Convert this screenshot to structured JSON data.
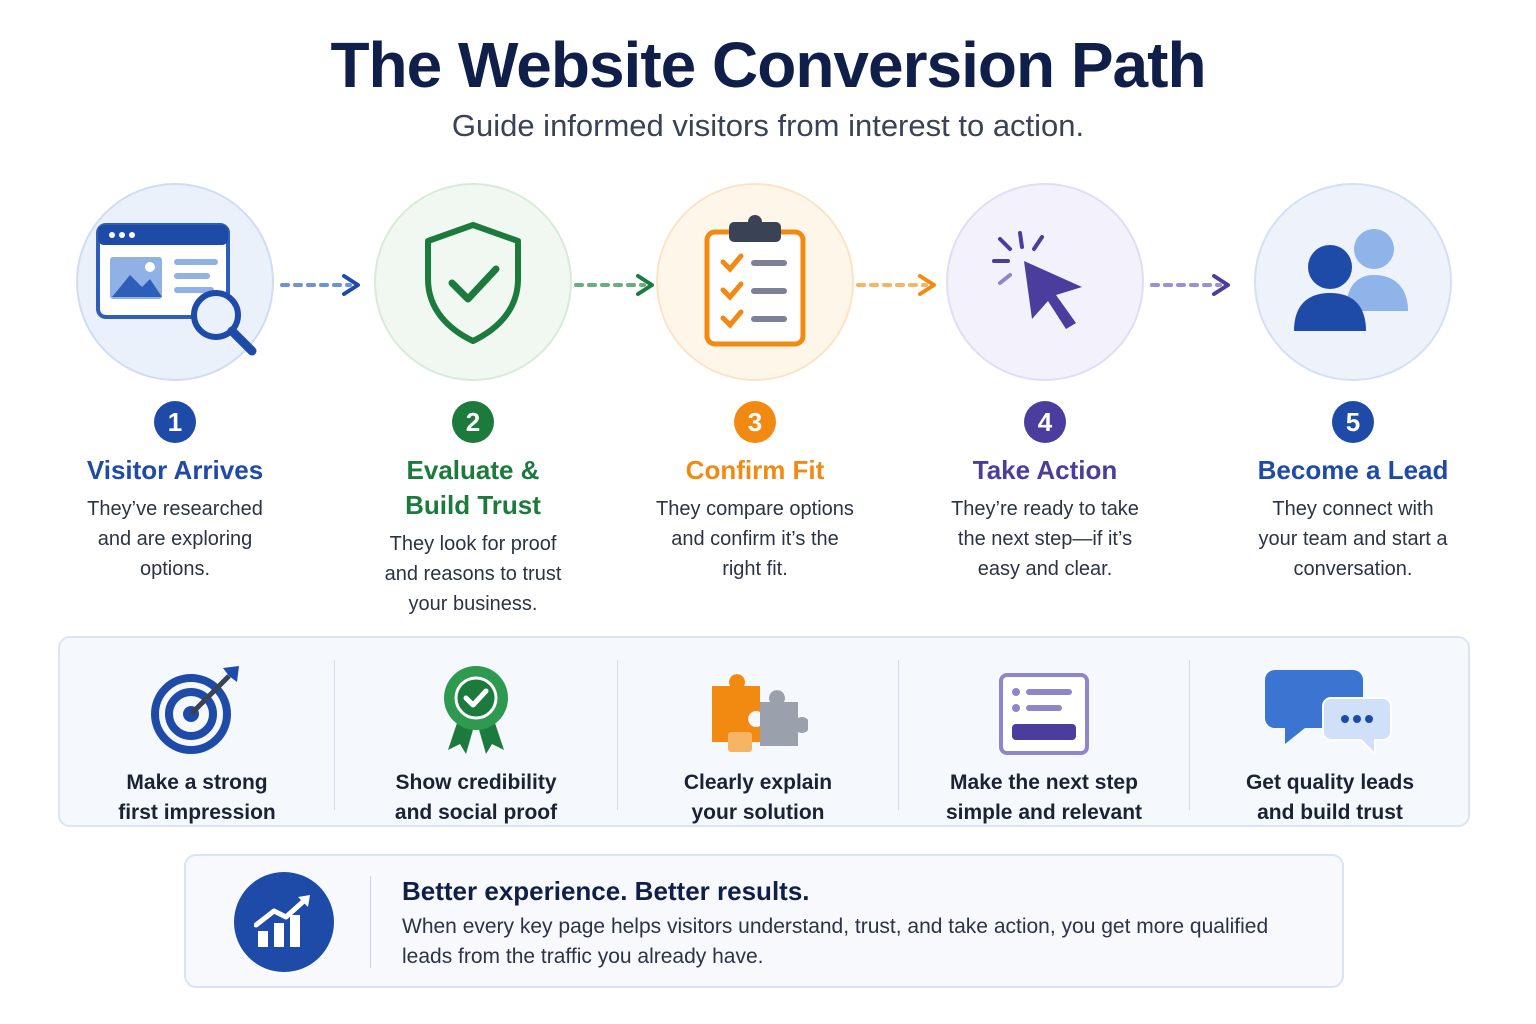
{
  "header": {
    "title": "The Website Conversion Path",
    "subtitle": "Guide informed visitors from interest to action."
  },
  "steps": [
    {
      "number": "1",
      "label": "Visitor Arrives",
      "desc": "They’ve researched and are exploring options.",
      "color": "#1e4aa8",
      "icon": "browser-search-icon"
    },
    {
      "number": "2",
      "label": "Evaluate & Build Trust",
      "desc": "They look for proof and reasons to trust your business.",
      "color": "#1b7a3c",
      "icon": "shield-check-icon"
    },
    {
      "number": "3",
      "label": "Confirm Fit",
      "desc": "They compare options and confirm it’s the right fit.",
      "color": "#f28a12",
      "icon": "clipboard-checklist-icon"
    },
    {
      "number": "4",
      "label": "Take Action",
      "desc": "They’re ready to take the next step—if it’s easy and clear.",
      "color": "#4a3d9e",
      "icon": "cursor-click-icon"
    },
    {
      "number": "5",
      "label": "Become a Lead",
      "desc": "They connect with your team and start a conversation.",
      "color": "#1e4aa8",
      "icon": "people-icon"
    }
  ],
  "benefits": [
    {
      "label": "Make a strong\nfirst impression",
      "icon": "target-icon"
    },
    {
      "label": "Show credibility\nand social proof",
      "icon": "badge-check-icon"
    },
    {
      "label": "Clearly explain\nyour solution",
      "icon": "puzzle-icon"
    },
    {
      "label": "Make the next step\nsimple and relevant",
      "icon": "form-icon"
    },
    {
      "label": "Get quality leads\nand build trust",
      "icon": "chat-bubbles-icon"
    }
  ],
  "summary": {
    "heading": "Better experience. Better results.",
    "text": "When every key page helps visitors understand, trust, and take action, you get more qualified leads from the traffic you already have.",
    "icon": "growth-chart-icon"
  }
}
